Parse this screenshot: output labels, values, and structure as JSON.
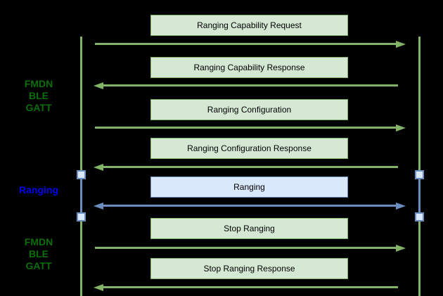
{
  "diagram": {
    "type": "sequence-diagram",
    "background_color": "#000000",
    "side_labels": [
      {
        "lines": [
          "FMDN",
          "BLE",
          "GATT"
        ],
        "color": "#0b6e0b"
      },
      {
        "lines": [
          "Ranging"
        ],
        "color": "#0000ee"
      },
      {
        "lines": [
          "FMDN",
          "BLE",
          "GATT"
        ],
        "color": "#0b6e0b"
      }
    ],
    "lifelines": {
      "count": 2,
      "color": "#82b366",
      "activation_fill": "#dae8fc",
      "activation_border": "#6c8ebf"
    },
    "colors": {
      "green_fill": "#d5e8d4",
      "green_stroke": "#82b366",
      "blue_fill": "#dae8fc",
      "blue_stroke": "#6c8ebf"
    },
    "messages": [
      {
        "label": "Ranging Capability Request",
        "direction": "right",
        "style": "green"
      },
      {
        "label": "Ranging Capability Response",
        "direction": "left",
        "style": "green"
      },
      {
        "label": "Ranging Configuration",
        "direction": "right",
        "style": "green"
      },
      {
        "label": "Ranging Configuration Response",
        "direction": "left",
        "style": "green"
      },
      {
        "label": "Ranging",
        "direction": "both",
        "style": "blue"
      },
      {
        "label": "Stop Ranging",
        "direction": "right",
        "style": "green"
      },
      {
        "label": "Stop Ranging Response",
        "direction": "left",
        "style": "green"
      }
    ]
  }
}
